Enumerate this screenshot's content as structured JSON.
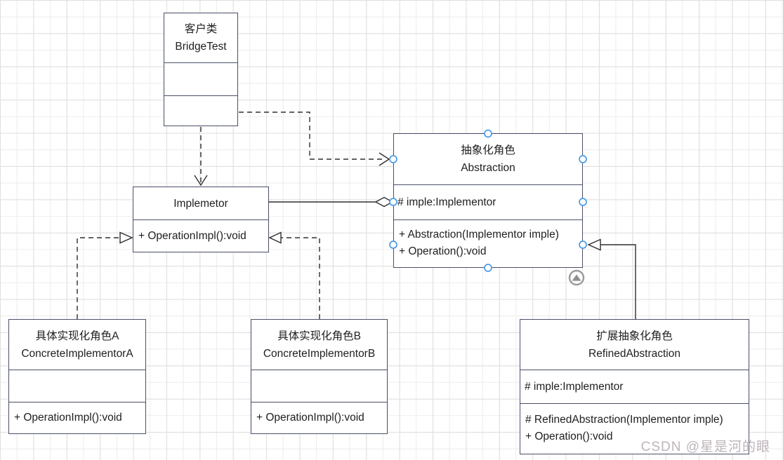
{
  "diagram_title": "Bridge pattern UML class diagram",
  "colors": {
    "box_border": "#4a4f68",
    "connector": "#2e2e2e",
    "connection_handle": "#4d9be6",
    "watermark": "#bab0b6",
    "grid_minor": "#ececec",
    "grid_major": "#dfdfdf"
  },
  "classes": {
    "client": {
      "title_cn": "客户类",
      "title_en": "BridgeTest"
    },
    "implementor": {
      "title_en": "Implemetor",
      "method_0": "+ OperationImpl():void"
    },
    "abstraction": {
      "title_cn": "抽象化角色",
      "title_en": "Abstraction",
      "attr_0": "# imple:Implementor",
      "method_0": "+ Abstraction(Implementor imple)",
      "method_1": "+ Operation():void"
    },
    "concrete_a": {
      "title_cn": "具体实现化角色A",
      "title_en": "ConcreteImplementorA",
      "method_0": "+ OperationImpl():void"
    },
    "concrete_b": {
      "title_cn": "具体实现化角色B",
      "title_en": "ConcreteImplementorB",
      "method_0": "+ OperationImpl():void"
    },
    "refined": {
      "title_cn": "扩展抽象化角色",
      "title_en": "RefinedAbstraction",
      "attr_0": "# imple:Implementor",
      "method_0": "# RefinedAbstraction(Implementor imple)",
      "method_1": "+ Operation():void"
    }
  },
  "relationships": [
    {
      "from": "client",
      "to": "implementor",
      "type": "dependency-dashed-open-arrow"
    },
    {
      "from": "client",
      "to": "abstraction",
      "type": "dependency-dashed-open-arrow"
    },
    {
      "from": "implementor",
      "to": "abstraction",
      "type": "aggregation-open-diamond"
    },
    {
      "from": "concrete_a",
      "to": "implementor",
      "type": "realization-dashed-hollow-triangle"
    },
    {
      "from": "concrete_b",
      "to": "implementor",
      "type": "realization-dashed-hollow-triangle"
    },
    {
      "from": "refined",
      "to": "abstraction",
      "type": "generalization-hollow-triangle"
    }
  ],
  "watermark": {
    "text": "CSDN @星是河的眼"
  }
}
